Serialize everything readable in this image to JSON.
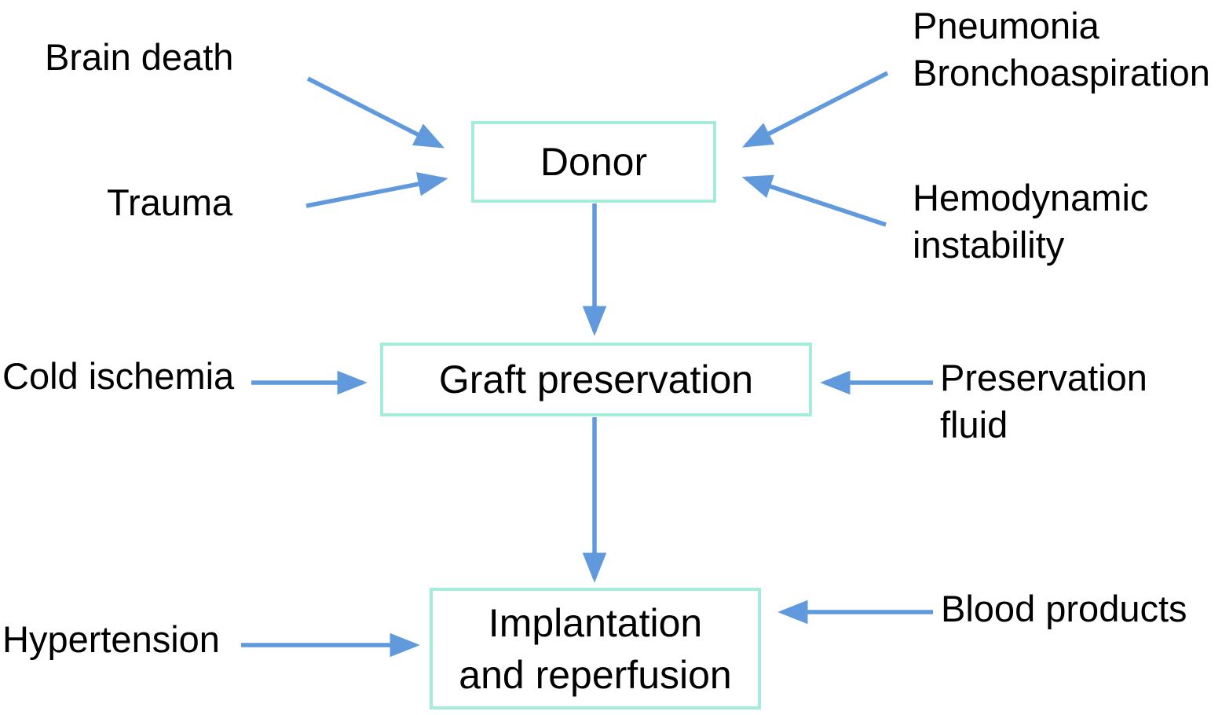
{
  "diagram": {
    "type": "flowchart",
    "description": "Stages of transplantation with contributing risk factors",
    "nodes": {
      "donor": {
        "label": "Donor"
      },
      "graft_preservation": {
        "label": "Graft preservation"
      },
      "implantation": {
        "label": "Implantation\nand reperfusion"
      }
    },
    "factors": {
      "brain_death": {
        "label": "Brain death"
      },
      "trauma": {
        "label": "Trauma"
      },
      "pneumonia_bronchoaspiration": {
        "label": "Pneumonia\nBronchoaspiration"
      },
      "hemodynamic_instability": {
        "label": "Hemodynamic\ninstability"
      },
      "cold_ischemia": {
        "label": "Cold ischemia"
      },
      "preservation_fluid": {
        "label": "Preservation\nfluid"
      },
      "hypertension": {
        "label": "Hypertension"
      },
      "blood_products": {
        "label": "Blood products"
      }
    },
    "edges": [
      {
        "from": "brain_death",
        "to": "donor"
      },
      {
        "from": "trauma",
        "to": "donor"
      },
      {
        "from": "pneumonia_bronchoaspiration",
        "to": "donor"
      },
      {
        "from": "hemodynamic_instability",
        "to": "donor"
      },
      {
        "from": "donor",
        "to": "graft_preservation"
      },
      {
        "from": "cold_ischemia",
        "to": "graft_preservation"
      },
      {
        "from": "preservation_fluid",
        "to": "graft_preservation"
      },
      {
        "from": "graft_preservation",
        "to": "implantation"
      },
      {
        "from": "hypertension",
        "to": "implantation"
      },
      {
        "from": "blood_products",
        "to": "implantation"
      }
    ],
    "colors": {
      "arrow": "#6099dc",
      "box_border": "#a5ecdb",
      "box_fill": "#ffffff",
      "text": "#000000",
      "background": "#ffffff"
    }
  }
}
